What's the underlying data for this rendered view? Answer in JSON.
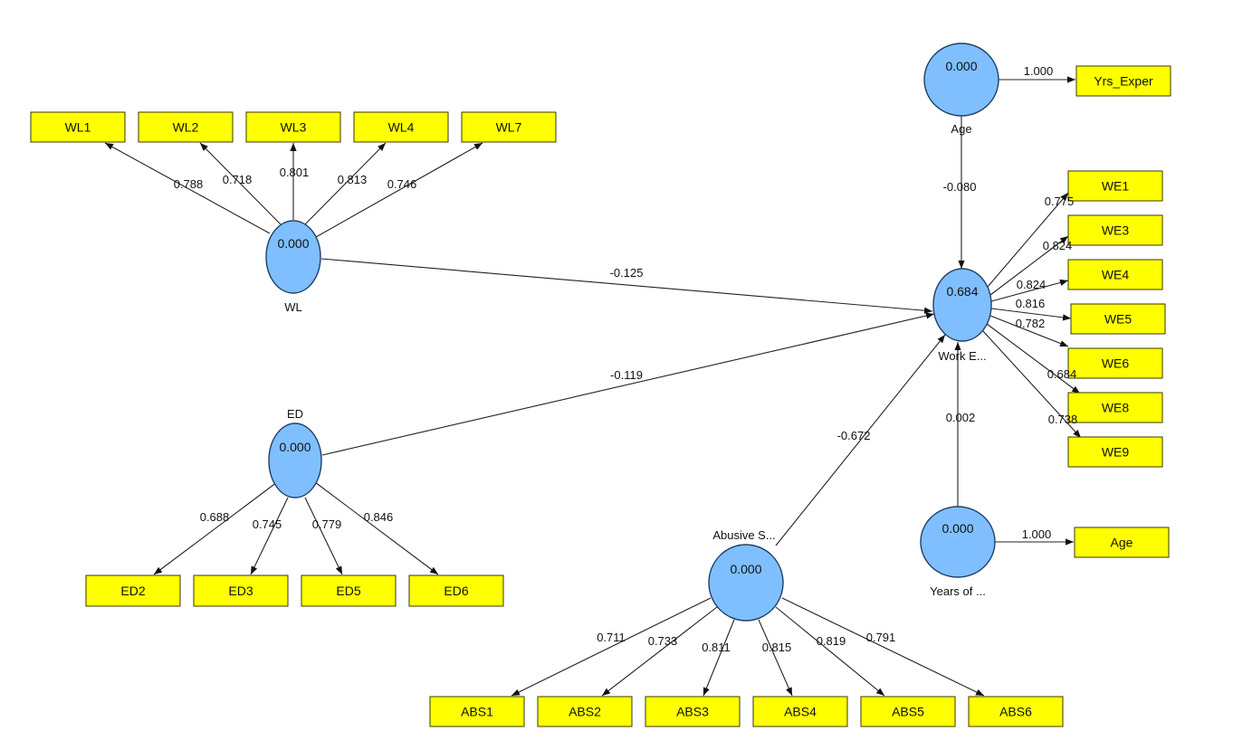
{
  "latent_variables": [
    {
      "id": "WL",
      "name": "WL",
      "value": "0.000"
    },
    {
      "id": "ED",
      "name": "ED",
      "value": "0.000"
    },
    {
      "id": "Age",
      "name": "Age",
      "value": "0.000"
    },
    {
      "id": "WE",
      "name": "Work E...",
      "value": "0.684"
    },
    {
      "id": "ABS",
      "name": "Abusive S...",
      "value": "0.000"
    },
    {
      "id": "YOE",
      "name": "Years of ...",
      "value": "0.000"
    }
  ],
  "indicators": [
    {
      "id": "WL1",
      "label": "WL1"
    },
    {
      "id": "WL2",
      "label": "WL2"
    },
    {
      "id": "WL3",
      "label": "WL3"
    },
    {
      "id": "WL4",
      "label": "WL4"
    },
    {
      "id": "WL7",
      "label": "WL7"
    },
    {
      "id": "ED2",
      "label": "ED2"
    },
    {
      "id": "ED3",
      "label": "ED3"
    },
    {
      "id": "ED5",
      "label": "ED5"
    },
    {
      "id": "ED6",
      "label": "ED6"
    },
    {
      "id": "YRS",
      "label": "Yrs_Exper"
    },
    {
      "id": "AGEI",
      "label": "Age"
    },
    {
      "id": "WE1",
      "label": "WE1"
    },
    {
      "id": "WE3",
      "label": "WE3"
    },
    {
      "id": "WE4",
      "label": "WE4"
    },
    {
      "id": "WE5",
      "label": "WE5"
    },
    {
      "id": "WE6",
      "label": "WE6"
    },
    {
      "id": "WE8",
      "label": "WE8"
    },
    {
      "id": "WE9",
      "label": "WE9"
    },
    {
      "id": "ABS1",
      "label": "ABS1"
    },
    {
      "id": "ABS2",
      "label": "ABS2"
    },
    {
      "id": "ABS3",
      "label": "ABS3"
    },
    {
      "id": "ABS4",
      "label": "ABS4"
    },
    {
      "id": "ABS5",
      "label": "ABS5"
    },
    {
      "id": "ABS6",
      "label": "ABS6"
    }
  ],
  "outer_loadings": [
    {
      "from": "WL",
      "to": "WL1",
      "value": "0.788"
    },
    {
      "from": "WL",
      "to": "WL2",
      "value": "0.718"
    },
    {
      "from": "WL",
      "to": "WL3",
      "value": "0.801"
    },
    {
      "from": "WL",
      "to": "WL4",
      "value": "0.813"
    },
    {
      "from": "WL",
      "to": "WL7",
      "value": "0.746"
    },
    {
      "from": "ED",
      "to": "ED2",
      "value": "0.688"
    },
    {
      "from": "ED",
      "to": "ED3",
      "value": "0.745"
    },
    {
      "from": "ED",
      "to": "ED5",
      "value": "0.779"
    },
    {
      "from": "ED",
      "to": "ED6",
      "value": "0.846"
    },
    {
      "from": "Age",
      "to": "YRS",
      "value": "1.000"
    },
    {
      "from": "YOE",
      "to": "AGEI",
      "value": "1.000"
    },
    {
      "from": "WE",
      "to": "WE1",
      "value": "0.775"
    },
    {
      "from": "WE",
      "to": "WE3",
      "value": "0.824"
    },
    {
      "from": "WE",
      "to": "WE4",
      "value": "0.824"
    },
    {
      "from": "WE",
      "to": "WE5",
      "value": "0.816"
    },
    {
      "from": "WE",
      "to": "WE6",
      "value": "0.782"
    },
    {
      "from": "WE",
      "to": "WE8",
      "value": "0.684"
    },
    {
      "from": "WE",
      "to": "WE9",
      "value": "0.738"
    },
    {
      "from": "ABS",
      "to": "ABS1",
      "value": "0.711"
    },
    {
      "from": "ABS",
      "to": "ABS2",
      "value": "0.733"
    },
    {
      "from": "ABS",
      "to": "ABS3",
      "value": "0.811"
    },
    {
      "from": "ABS",
      "to": "ABS4",
      "value": "0.815"
    },
    {
      "from": "ABS",
      "to": "ABS5",
      "value": "0.819"
    },
    {
      "from": "ABS",
      "to": "ABS6",
      "value": "0.791"
    }
  ],
  "path_coefficients": [
    {
      "from": "WL",
      "to": "WE",
      "value": "-0.125"
    },
    {
      "from": "ED",
      "to": "WE",
      "value": "-0.119"
    },
    {
      "from": "Age",
      "to": "WE",
      "value": "-0.080"
    },
    {
      "from": "ABS",
      "to": "WE",
      "value": "-0.672"
    },
    {
      "from": "YOE",
      "to": "WE",
      "value": "0.002"
    }
  ],
  "colors": {
    "latent_fill": "#7fbfff",
    "latent_stroke": "#1f3f66",
    "indicator_fill": "#ffff00",
    "edge": "#222222"
  }
}
